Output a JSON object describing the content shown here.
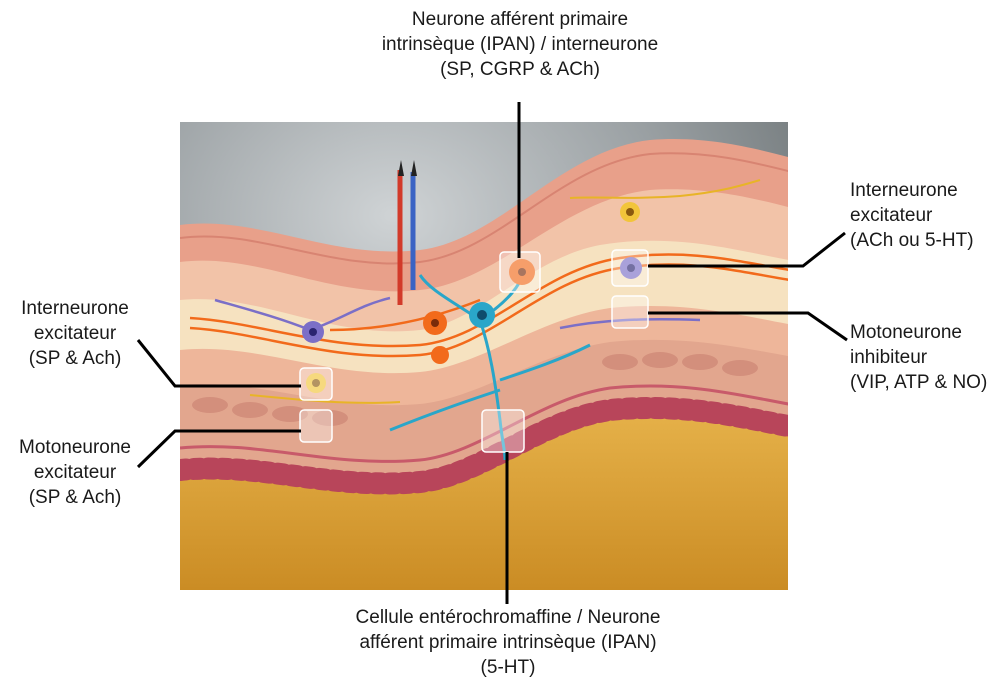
{
  "labels": {
    "ipan_interneurone": {
      "line1": "Neurone afférent primaire",
      "line2": "intrinsèque (IPAN) / interneurone",
      "line3": "(SP, CGRP & ACh)"
    },
    "interneurone_excitateur_right": {
      "line1": "Interneurone",
      "line2": "excitateur",
      "line3": "(ACh ou 5-HT)"
    },
    "motoneurone_inhibiteur": {
      "line1": "Motoneurone",
      "line2": "inhibiteur",
      "line3": "(VIP, ATP & NO)"
    },
    "interneurone_excitateur_left": {
      "line1": "Interneurone",
      "line2": "excitateur",
      "line3": "(SP & Ach)"
    },
    "motoneurone_excitateur": {
      "line1": "Motoneurone",
      "line2": "excitateur",
      "line3": "(SP & Ach)"
    },
    "enterochromaffine": {
      "line1": "Cellule entérochromaffine / Neurone",
      "line2": "afférent primaire intrinsèque (IPAN)",
      "line3": "(5-HT)"
    }
  },
  "colors": {
    "muscle_outer": "#e8a08a",
    "muscle_inner": "#f2c3a8",
    "plexus": "#f6e2c0",
    "submucosa": "#e9b79b",
    "villi": "#b8455a",
    "lumen": "#dba43a",
    "excitatory_neuron": "#f26a1b",
    "ipan_neuron": "#2aa6c9",
    "inhibitory_neuron": "#7b6fc7",
    "interneuron_yellow": "#f2c53a",
    "frame": "#6f7678"
  }
}
